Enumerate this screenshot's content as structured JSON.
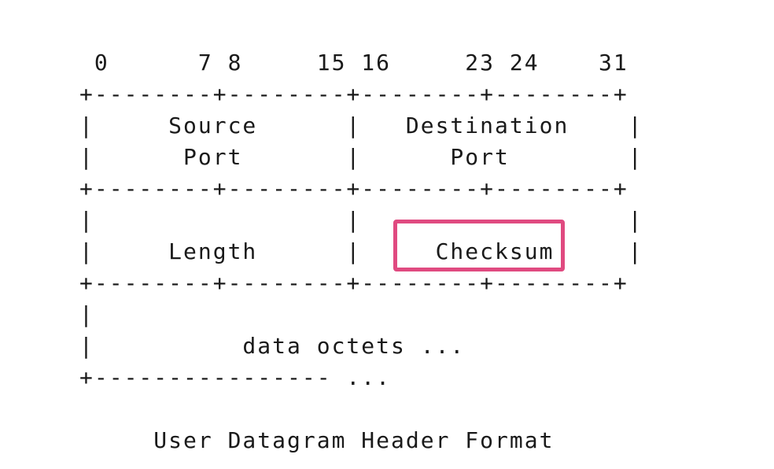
{
  "diagram": {
    "bit_positions": " 0      7 8     15 16     23 24    31",
    "border_top": "+--------+--------+--------+--------+",
    "row1_line1": "|     Source      |   Destination    |",
    "row1_line2": "|      Port       |      Port        |",
    "border_mid1": "+--------+--------+--------+--------+",
    "row2_line1": "|                 |                  |",
    "row2_line2": "|     Length      |     Checksum     |",
    "border_mid2": "+--------+--------+--------+--------+",
    "row3_line1": "|",
    "row3_line2": "|          data octets ...",
    "border_bottom": "+---------------- ...",
    "spacer": "",
    "caption": "     User Datagram Header Format"
  },
  "highlight": {
    "target": "Checksum",
    "color": "#e04a80"
  }
}
